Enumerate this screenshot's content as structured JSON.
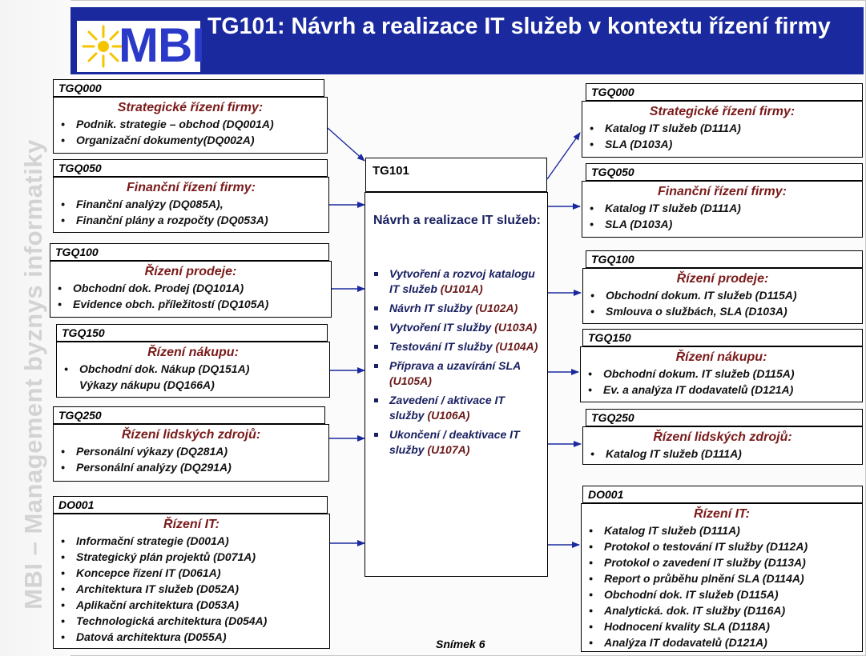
{
  "slide": {
    "logo_text": "MBI",
    "title": "TG101: Návrh a realizace IT služeb v kontextu řízení firmy",
    "sidebar_text": "MBI – Management byznys informatiky",
    "footer": "Snímek  6"
  },
  "center": {
    "code": "TG101",
    "title": "Návrh a realizace IT služeb:",
    "items": [
      {
        "text": "Vytvoření a rozvoj katalogu IT služeb",
        "code": "(U101A)"
      },
      {
        "text": "Návrh IT služby",
        "code": "(U102A)"
      },
      {
        "text": "Vytvoření IT služby",
        "code": "(U103A)"
      },
      {
        "text": "Testování IT služby",
        "code": "(U104A)"
      },
      {
        "text": "Příprava a uzavírání SLA",
        "code": "(U105A)"
      },
      {
        "text": "Zavedení / aktivace IT služby",
        "code": "(U106A)"
      },
      {
        "text": "Ukončení / deaktivace IT služby",
        "code": "(U107A)"
      }
    ]
  },
  "left": [
    {
      "code": "TGQ000",
      "title": "Strategické řízení firmy:",
      "items": [
        "Podnik. strategie – obchod  (DQ001A)",
        "Organizační dokumenty(DQ002A)"
      ]
    },
    {
      "code": "TGQ050",
      "title": "Finanční řízení firmy:",
      "items": [
        "Finanční analýzy (DQ085A),",
        "Finanční plány a rozpočty (DQ053A)"
      ]
    },
    {
      "code": "TGQ100",
      "title": "Řízení prodeje:",
      "items": [
        "Obchodní dok. Prodej (DQ101A)",
        "Evidence obch. příležitostí (DQ105A)"
      ]
    },
    {
      "code": "TGQ150",
      "title": "Řízení nákupu:",
      "items": [
        "Obchodní dok. Nákup (DQ151A)",
        "Výkazy nákupu (DQ166A)"
      ]
    },
    {
      "code": "TGQ250",
      "title": "Řízení lidských zdrojů:",
      "items": [
        "Personální výkazy (DQ281A)",
        "Personální analýzy (DQ291A)"
      ]
    },
    {
      "code": "DO001",
      "title": "Řízení IT:",
      "items": [
        "Informační strategie (D001A)",
        "Strategický plán projektů (D071A)",
        "Koncepce řízení IT (D061A)",
        "Architektura IT služeb (D052A)",
        "Aplikační architektura (D053A)",
        "Technologická architektura (D054A)",
        "Datová architektura (D055A)"
      ]
    }
  ],
  "right": [
    {
      "code": "TGQ000",
      "title": "Strategické řízení firmy:",
      "items": [
        "Katalog IT služeb (D111A)",
        "SLA (D103A)"
      ]
    },
    {
      "code": "TGQ050",
      "title": "Finanční řízení firmy:",
      "items": [
        "Katalog IT služeb (D111A)",
        "SLA (D103A)"
      ]
    },
    {
      "code": "TGQ100",
      "title": "Řízení prodeje:",
      "items": [
        "Obchodní dokum. IT služeb (D115A)",
        "Smlouva o službách, SLA (D103A)"
      ]
    },
    {
      "code": "TGQ150",
      "title": "Řízení nákupu:",
      "items": [
        "Obchodní dokum. IT služeb (D115A)",
        "Ev. a analýza IT dodavatelů (D121A)"
      ]
    },
    {
      "code": "TGQ250",
      "title": "Řízení lidských zdrojů:",
      "items": [
        "Katalog IT služeb (D111A)"
      ]
    },
    {
      "code": "DO001",
      "title": "Řízení IT:",
      "items": [
        "Katalog IT služeb (D111A)",
        "Protokol o testování IT služby (D112A)",
        "Protokol o zavedení IT služby (D113A)",
        "Report o průběhu plnění SLA (D114A)",
        "Obchodní dok. IT služeb (D115A)",
        "Analytická. dok. IT služby (D116A)",
        "Hodnocení kvality SLA (D118A)",
        "Analýza IT dodavatelů (D121A)"
      ]
    }
  ]
}
